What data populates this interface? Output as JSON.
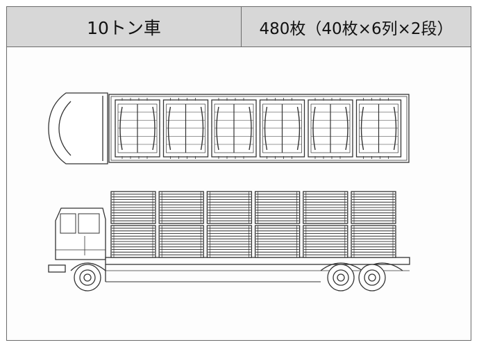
{
  "header": {
    "truck_type": "10トン車",
    "capacity": "480枚（40枚×6列×2段）"
  },
  "layout": {
    "columns": 6,
    "tiers": 2
  }
}
